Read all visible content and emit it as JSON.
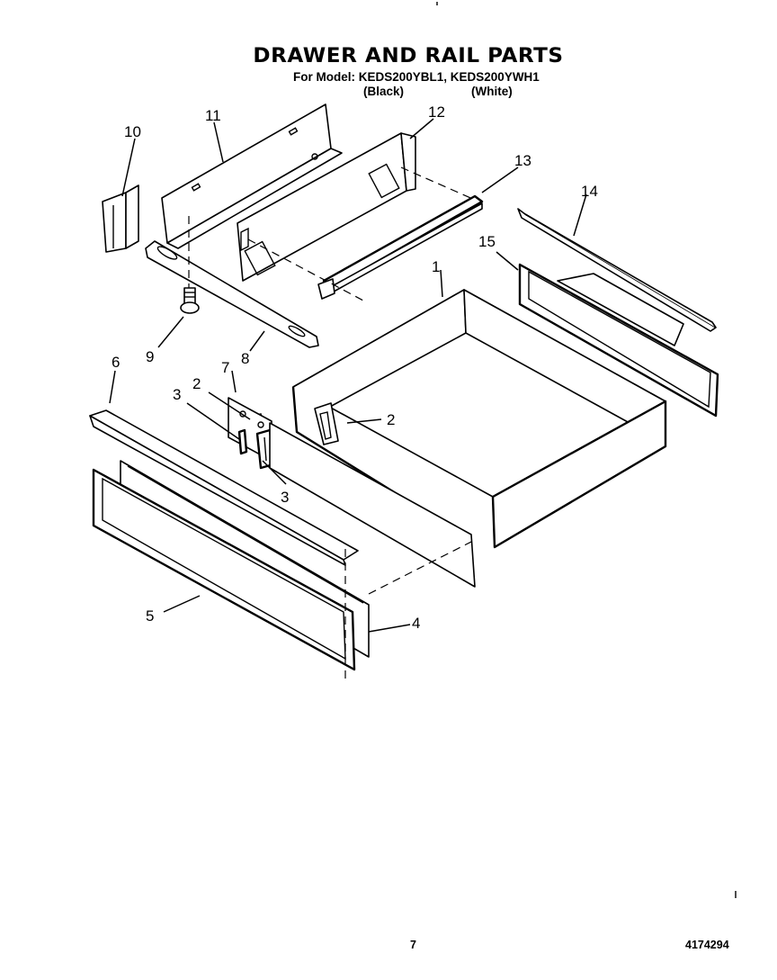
{
  "header": {
    "title": "DRAWER AND RAIL PARTS",
    "model_line": "For Model: KEDS200YBL1, KEDS200YWH1",
    "variant_black": "(Black)",
    "variant_white": "(White)"
  },
  "callouts": {
    "c1": "1",
    "c2a": "2",
    "c2b": "2",
    "c3a": "3",
    "c3b": "3",
    "c4": "4",
    "c5": "5",
    "c6": "6",
    "c7": "7",
    "c8": "8",
    "c9": "9",
    "c10": "10",
    "c11": "11",
    "c12": "12",
    "c13": "13",
    "c14": "14",
    "c15": "15"
  },
  "footer": {
    "page_number": "7",
    "document_number": "4174294"
  }
}
